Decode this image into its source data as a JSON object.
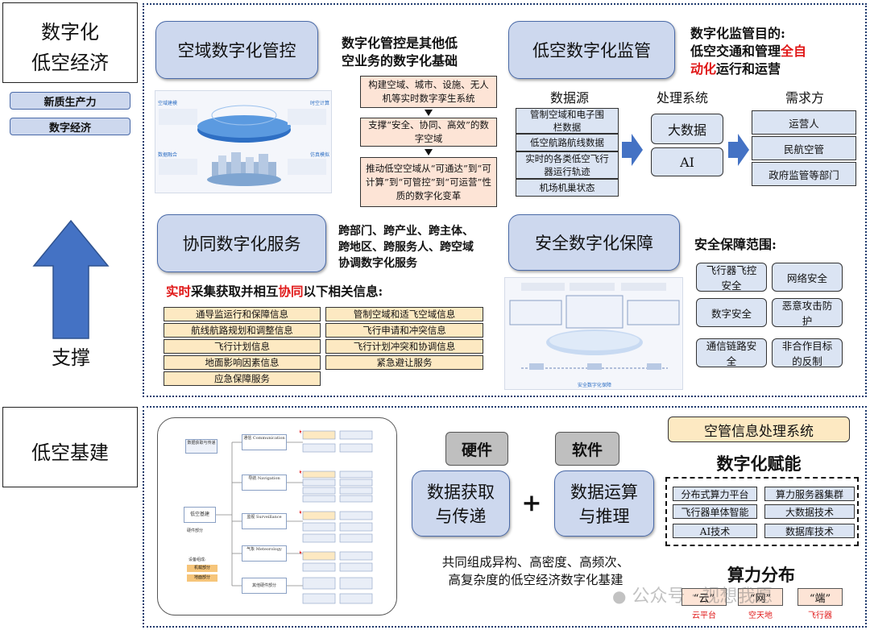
{
  "left_panel": {
    "title_line1": "数字化",
    "title_line2": "低空经济",
    "tag1": "新质生产力",
    "tag2": "数字经济",
    "support_label": "支撑",
    "infra_label": "低空基建"
  },
  "airspace": {
    "title": "空域数字化管控",
    "desc_line1": "数字化管控是其他低",
    "desc_line2": "空业务的数字化基础",
    "steps": [
      "构建空域、城市、设施、无人机等实时数字孪生系统",
      "支撑“安全、协同、高效”的数字空域",
      "推动低空空域从“可通达”到“可计算”到“可管控”到“可运营”性质的数字化变革"
    ],
    "thumb_labels": [
      "空域建模",
      "时空计算",
      "数据融合",
      "仿真模拟"
    ]
  },
  "monitor": {
    "title": "低空数字化监管",
    "purpose_line1": "数字化监管目的:",
    "purpose_line2_a": "低空交通和管理",
    "purpose_line2_b": "全自",
    "purpose_line3_a": "动化",
    "purpose_line3_b": "运行和运营",
    "col_source": "数据源",
    "col_process": "处理系统",
    "col_demand": "需求方",
    "sources": [
      "管制空域和电子围栏数据",
      "低空航路航线数据",
      "实时的各类低空飞行器运行轨迹",
      "机场机巢状态"
    ],
    "process": [
      "大数据",
      "AI"
    ],
    "demand": [
      "运营人",
      "民航空管",
      "政府监管等部门"
    ]
  },
  "collab": {
    "title": "协同数字化服务",
    "desc_line1": "跨部门、跨产业、跨主体、",
    "desc_line2": "跨地区、跨服务人、跨空域",
    "desc_line3": "协调数字化服务",
    "info_a": "实时",
    "info_b": "采集获取并相互",
    "info_c": "协同",
    "info_d": "以下相关信息:",
    "left_items": [
      "通导监运行和保障信息",
      "航线航路规划和调整信息",
      "飞行计划信息",
      "地面影响因素信息",
      "应急保障服务"
    ],
    "right_items": [
      "管制空域和适飞空域信息",
      "飞行申请和冲突信息",
      "飞行计划冲突和协调信息",
      "紧急避让服务"
    ]
  },
  "safety": {
    "title": "安全数字化保障",
    "scope_label": "安全保障范围:",
    "items": [
      "飞行器飞控安全",
      "网络安全",
      "数字安全",
      "恶意攻击防护",
      "通信链路安全",
      "非合作目标的反制"
    ],
    "thumb_caption": "安全数字化保障"
  },
  "infra": {
    "mind_root": "低空基建",
    "mind_root_sub": "硬件部分",
    "mind_left": "数据获取与传递",
    "mind_legend_title": "设备组成:",
    "mind_legend_1": "机载部分",
    "mind_legend_2": "地面部分",
    "mind_branches": [
      "通信 Communication",
      "导航 Navigation",
      "监视 Surveillance",
      "气象 Meteorology",
      "其他硬件部分"
    ],
    "hardware": "硬件",
    "software": "软件",
    "hw_box_line1": "数据获取",
    "hw_box_line2": "与传递",
    "sw_box_line1": "数据运算",
    "sw_box_line2": "与推理",
    "plus": "+",
    "caption_line1": "共同组成异构、高密度、高频次、",
    "caption_line2": "高复杂度的低空经济数字化基建",
    "atm_system": "空管信息处理系统",
    "empower_title": "数字化赋能",
    "empower_items": [
      "分布式算力平台",
      "算力服务器集群",
      "飞行器单体智能",
      "大数据技术",
      "AI技术",
      "数据库技术"
    ],
    "compute_title": "算力分布",
    "compute_items": [
      "“云”",
      "“网”",
      "“端”"
    ],
    "compute_subs": [
      "云平台",
      "空天地",
      "飞行器"
    ],
    "watermark": "公众号 · 视想我愿"
  },
  "colors": {
    "navy": "#1f3b6e",
    "pill_blue": "#cdd8ee",
    "peach": "#fde4d6",
    "yellow": "#fde9c2",
    "arrow_blue": "#4472c4",
    "red": "#e01818"
  }
}
